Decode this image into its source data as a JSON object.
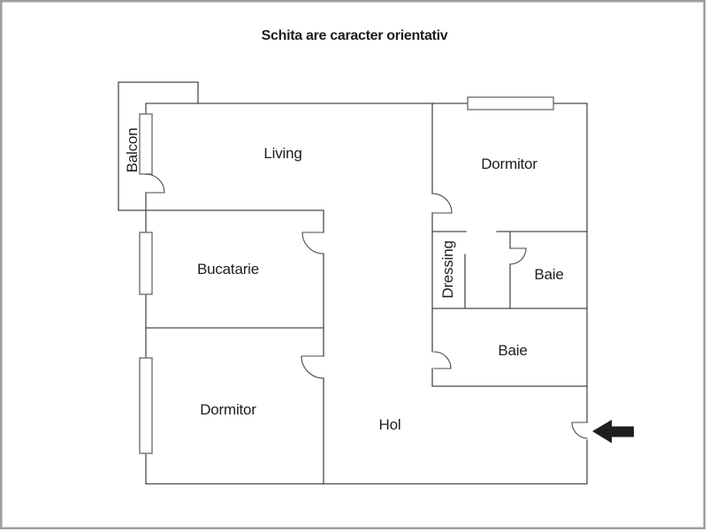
{
  "title": "Schita are caracter orientativ",
  "rooms": {
    "balcon": "Balcon",
    "living": "Living",
    "dormitor_top": "Dormitor",
    "bucatarie": "Bucatarie",
    "dormitor_bottom": "Dormitor",
    "dressing": "Dressing",
    "baie_small": "Baie",
    "baie_large": "Baie",
    "hol": "Hol"
  },
  "colors": {
    "wall": "#4a4a4a",
    "window": "#7a7a7a",
    "text": "#1d1d1b",
    "arrow": "#1f1f1f",
    "frame": "#9e9e9e",
    "background": "#ffffff"
  }
}
